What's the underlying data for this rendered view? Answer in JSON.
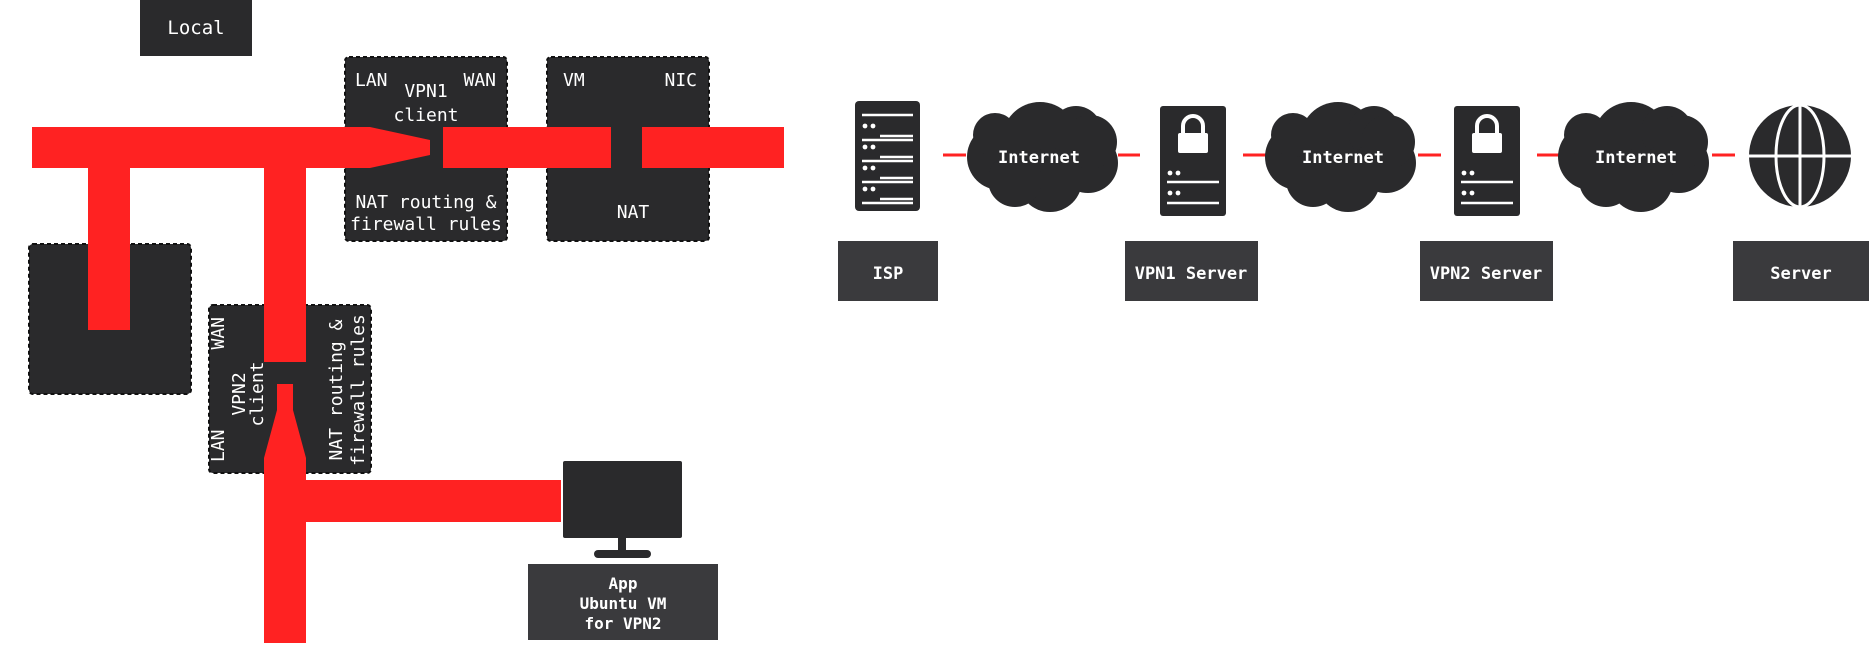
{
  "colors": {
    "box": "#2a2a2c",
    "label_box": "#3a3a3d",
    "pipe": "#ff2222",
    "text": "#ffffff",
    "background": "#ffffff",
    "border": "#111111"
  },
  "local": {
    "title": "Local",
    "vpn1_box": {
      "lan": "LAN",
      "title_line1": "VPN1",
      "title_line2": "client",
      "wan": "WAN",
      "rules_line1": "NAT routing &",
      "rules_line2": "firewall rules"
    },
    "vm_box": {
      "vm": "VM",
      "nic": "NIC",
      "nat": "NAT"
    },
    "vpn2_box": {
      "lan": "LAN",
      "title_line1": "VPN2",
      "title_line2": "client",
      "wan": "WAN",
      "rules_line1": "NAT routing &",
      "rules_line2": "firewall rules"
    },
    "app": {
      "line1": "App",
      "line2": "Ubuntu VM",
      "line3": "for VPN2",
      "icon": "monitor-icon"
    }
  },
  "remote": {
    "isp": {
      "label": "ISP",
      "icon": "server-rack-icon"
    },
    "internet_label": "Internet",
    "cloud_icon": "cloud-icon",
    "vpn1_server": {
      "label": "VPN1 Server",
      "icon": "locked-server-icon"
    },
    "vpn2_server": {
      "label": "VPN2 Server",
      "icon": "locked-server-icon"
    },
    "server": {
      "label": "Server",
      "icon": "globe-icon"
    }
  }
}
